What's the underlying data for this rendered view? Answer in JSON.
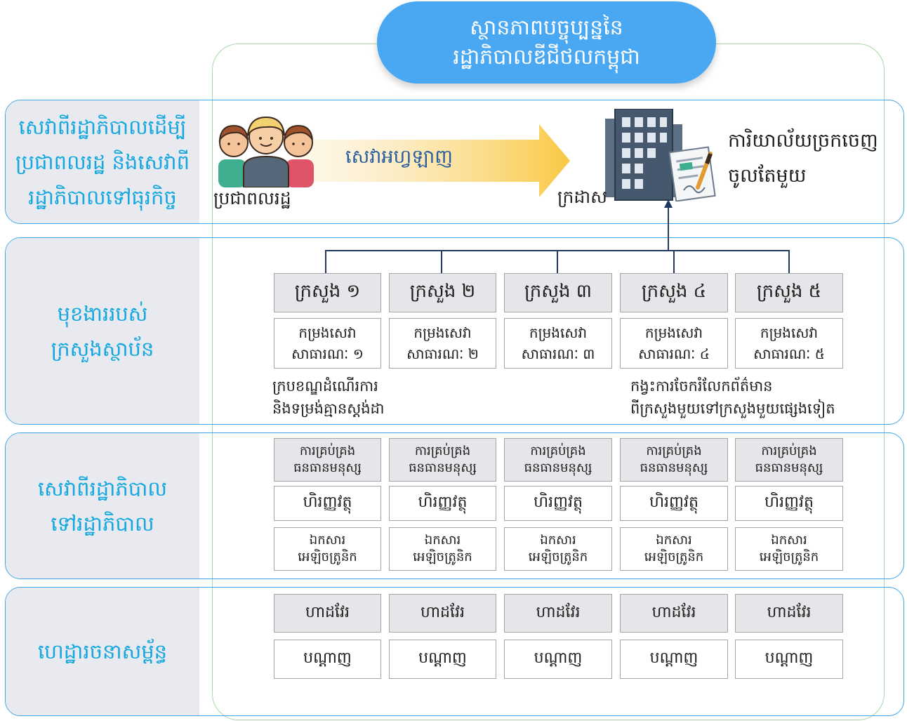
{
  "header": {
    "line1": "ស្ថានភាពបច្ចុប្បន្ននៃ",
    "line2": "រដ្ឋាភិបាលឌីជីថលកម្ពុជា"
  },
  "rows": [
    {
      "label_lines": [
        "សេវាពីរដ្ឋាភិបាលដើម្បី",
        "ប្រជាពលរដ្ឋ និងសេវាពី",
        "រដ្ឋាភិបាលទៅធុរកិច្ច"
      ]
    },
    {
      "label_lines": [
        "មុខងាររបស់",
        "ក្រសួងស្ថាប័ន"
      ]
    },
    {
      "label_lines": [
        "សេវាពីរដ្ឋាភិបាល",
        "ទៅរដ្ឋាភិបាល"
      ]
    },
    {
      "label_lines": [
        "ហេដ្ឋារចនាសម្ព័ន្ធ"
      ]
    }
  ],
  "flow": {
    "citizens_label": "ប្រជាពលរដ្ឋ",
    "arrow_label": "សេវាអហ្វឡាញ",
    "ministry_label": "ក្រដាស",
    "office_line1": "ការិយាល័យច្រកចេញ",
    "office_line2": "ចូលតែមួយ"
  },
  "ministries": [
    {
      "name": "ក្រសួង ១",
      "service_line1": "កម្រងសេវា",
      "service_line2": "សាធារណៈ ១"
    },
    {
      "name": "ក្រសួង ២",
      "service_line1": "កម្រងសេវា",
      "service_line2": "សាធារណៈ ២"
    },
    {
      "name": "ក្រសួង ៣",
      "service_line1": "កម្រងសេវា",
      "service_line2": "សាធារណៈ ៣"
    },
    {
      "name": "ក្រសួង ៤",
      "service_line1": "កម្រងសេវា",
      "service_line2": "សាធារណៈ ៤"
    },
    {
      "name": "ក្រសួង ៥",
      "service_line1": "កម្រងសេវា",
      "service_line2": "សាធារណៈ ៥"
    }
  ],
  "notes": {
    "left_line1": "ក្របខណ្ឌដំណើរការ",
    "left_line2": "និងទម្រង់គ្មានស្តង់ដា",
    "right_line1": "កង្វះការចែករំលែកព័ត៌មាន",
    "right_line2": "ពីក្រសួងមួយទៅក្រសួងមួយផ្សេងទៀត"
  },
  "g2g": {
    "hr_line1": "ការគ្រប់គ្រង",
    "hr_line2": "ធនធានមនុស្ស",
    "finance": "ហិរញ្ញវត្ថុ",
    "edoc_line1": "ឯកសារ",
    "edoc_line2": "អេឡិចត្រូនិក"
  },
  "infra": {
    "hardware": "ហាដវែរ",
    "network": "បណ្តាញ"
  },
  "colors": {
    "label_text": "#15a7e0",
    "row_border": "#3fa6e6",
    "header_fill": "#4aa8f2",
    "arrow_fill": "#f9c843",
    "connector": "#203864"
  }
}
